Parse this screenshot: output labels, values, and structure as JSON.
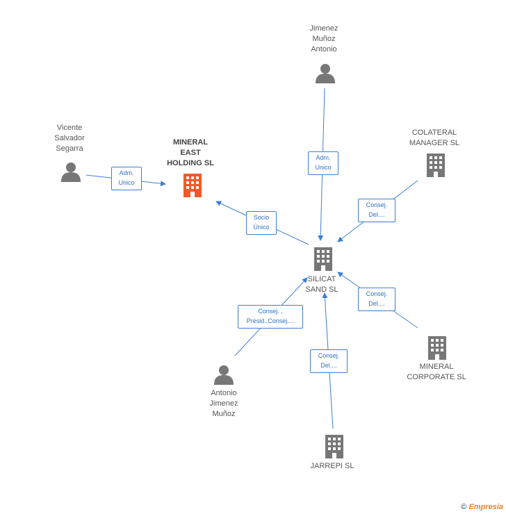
{
  "nodes": {
    "vicente": {
      "label": "Vicente\nSalvador\nSegarra",
      "type": "person"
    },
    "mineral_east": {
      "label": "MINERAL\nEAST\nHOLDING SL",
      "type": "company-main"
    },
    "jimenez_munoz_antonio": {
      "label": "Jimenez\nMuñoz\nAntonio",
      "type": "person"
    },
    "colateral": {
      "label": "COLATERAL\nMANAGER SL",
      "type": "company"
    },
    "silicat": {
      "label": "SILICAT\nSAND SL",
      "type": "company"
    },
    "mineral_corporate": {
      "label": "MINERAL\nCORPORATE SL",
      "type": "company"
    },
    "antonio_jimenez_munoz": {
      "label": "Antonio\nJimenez\nMuñoz",
      "type": "person"
    },
    "jarrepi": {
      "label": "JARREPI SL",
      "type": "company"
    }
  },
  "edges": {
    "vicente_to_mineral": {
      "label": "Adm.\nUnico"
    },
    "jimenez_to_silicat": {
      "label": "Adm.\nUnico"
    },
    "silicat_to_mineral": {
      "label": "Socio\nÚnico"
    },
    "colateral_to_silicat": {
      "label": "Consej.\nDel...."
    },
    "mineral_corporate_to_silicat": {
      "label": "Consej.\nDel...."
    },
    "antonio_to_silicat": {
      "label": "Consej. ,\nPresid.,Consej...."
    },
    "jarrepi_to_silicat": {
      "label": "Consej.\nDel...."
    }
  },
  "footer": {
    "copyright": "©",
    "brand": "Empresia"
  },
  "colors": {
    "edge": "#3b7fd4",
    "icon": "#777777",
    "main_icon": "#f05a28"
  }
}
